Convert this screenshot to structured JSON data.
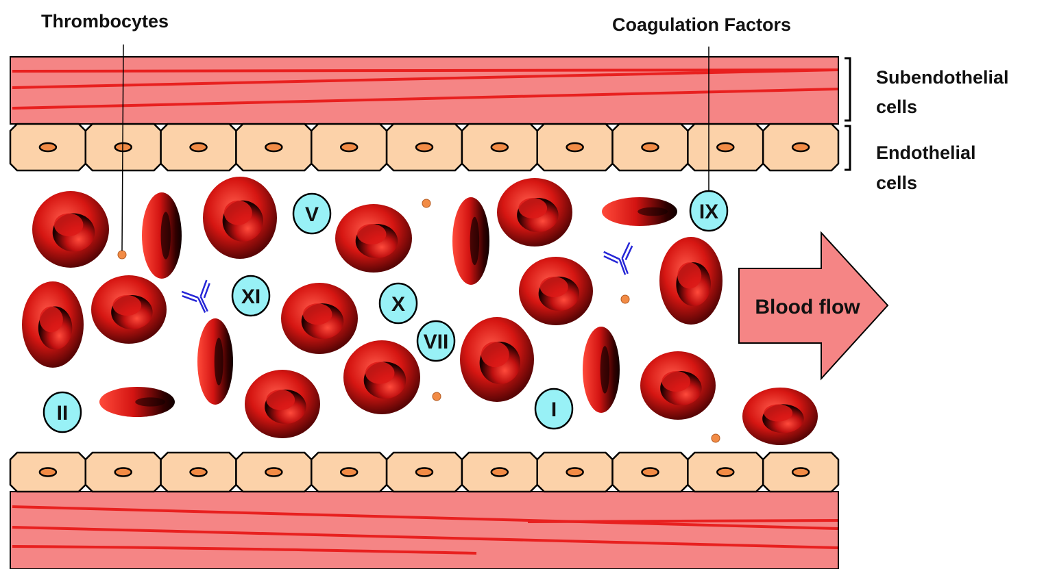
{
  "labels": {
    "thrombocytes": "Thrombocytes",
    "coagulation_factors": "Coagulation Factors",
    "subendothelial_line1": "Subendothelial",
    "subendothelial_line2": "cells",
    "endothelial_line1": "Endothelial",
    "endothelial_line2": "cells",
    "blood_flow": "Blood flow"
  },
  "coagulation_factors": [
    "V",
    "IX",
    "XI",
    "X",
    "VII",
    "II",
    "I"
  ],
  "endothelial_cells_per_row": 11,
  "colors": {
    "subendothelial_fill": "#f58585",
    "subendothelial_fiber": "#e8201f",
    "endothelial_fill": "#fcd2a9",
    "nucleus_fill": "#f28b45",
    "red_blood_cell": "#dd1a18",
    "factor_fill": "#98f1f6",
    "arrow_fill": "#f58585",
    "antibody": "#2626d6",
    "platelet": "#f28b45"
  },
  "icons": {
    "red_blood_cell": "red-blood-cell-icon",
    "antibody": "antibody-icon",
    "platelet": "platelet-icon"
  }
}
